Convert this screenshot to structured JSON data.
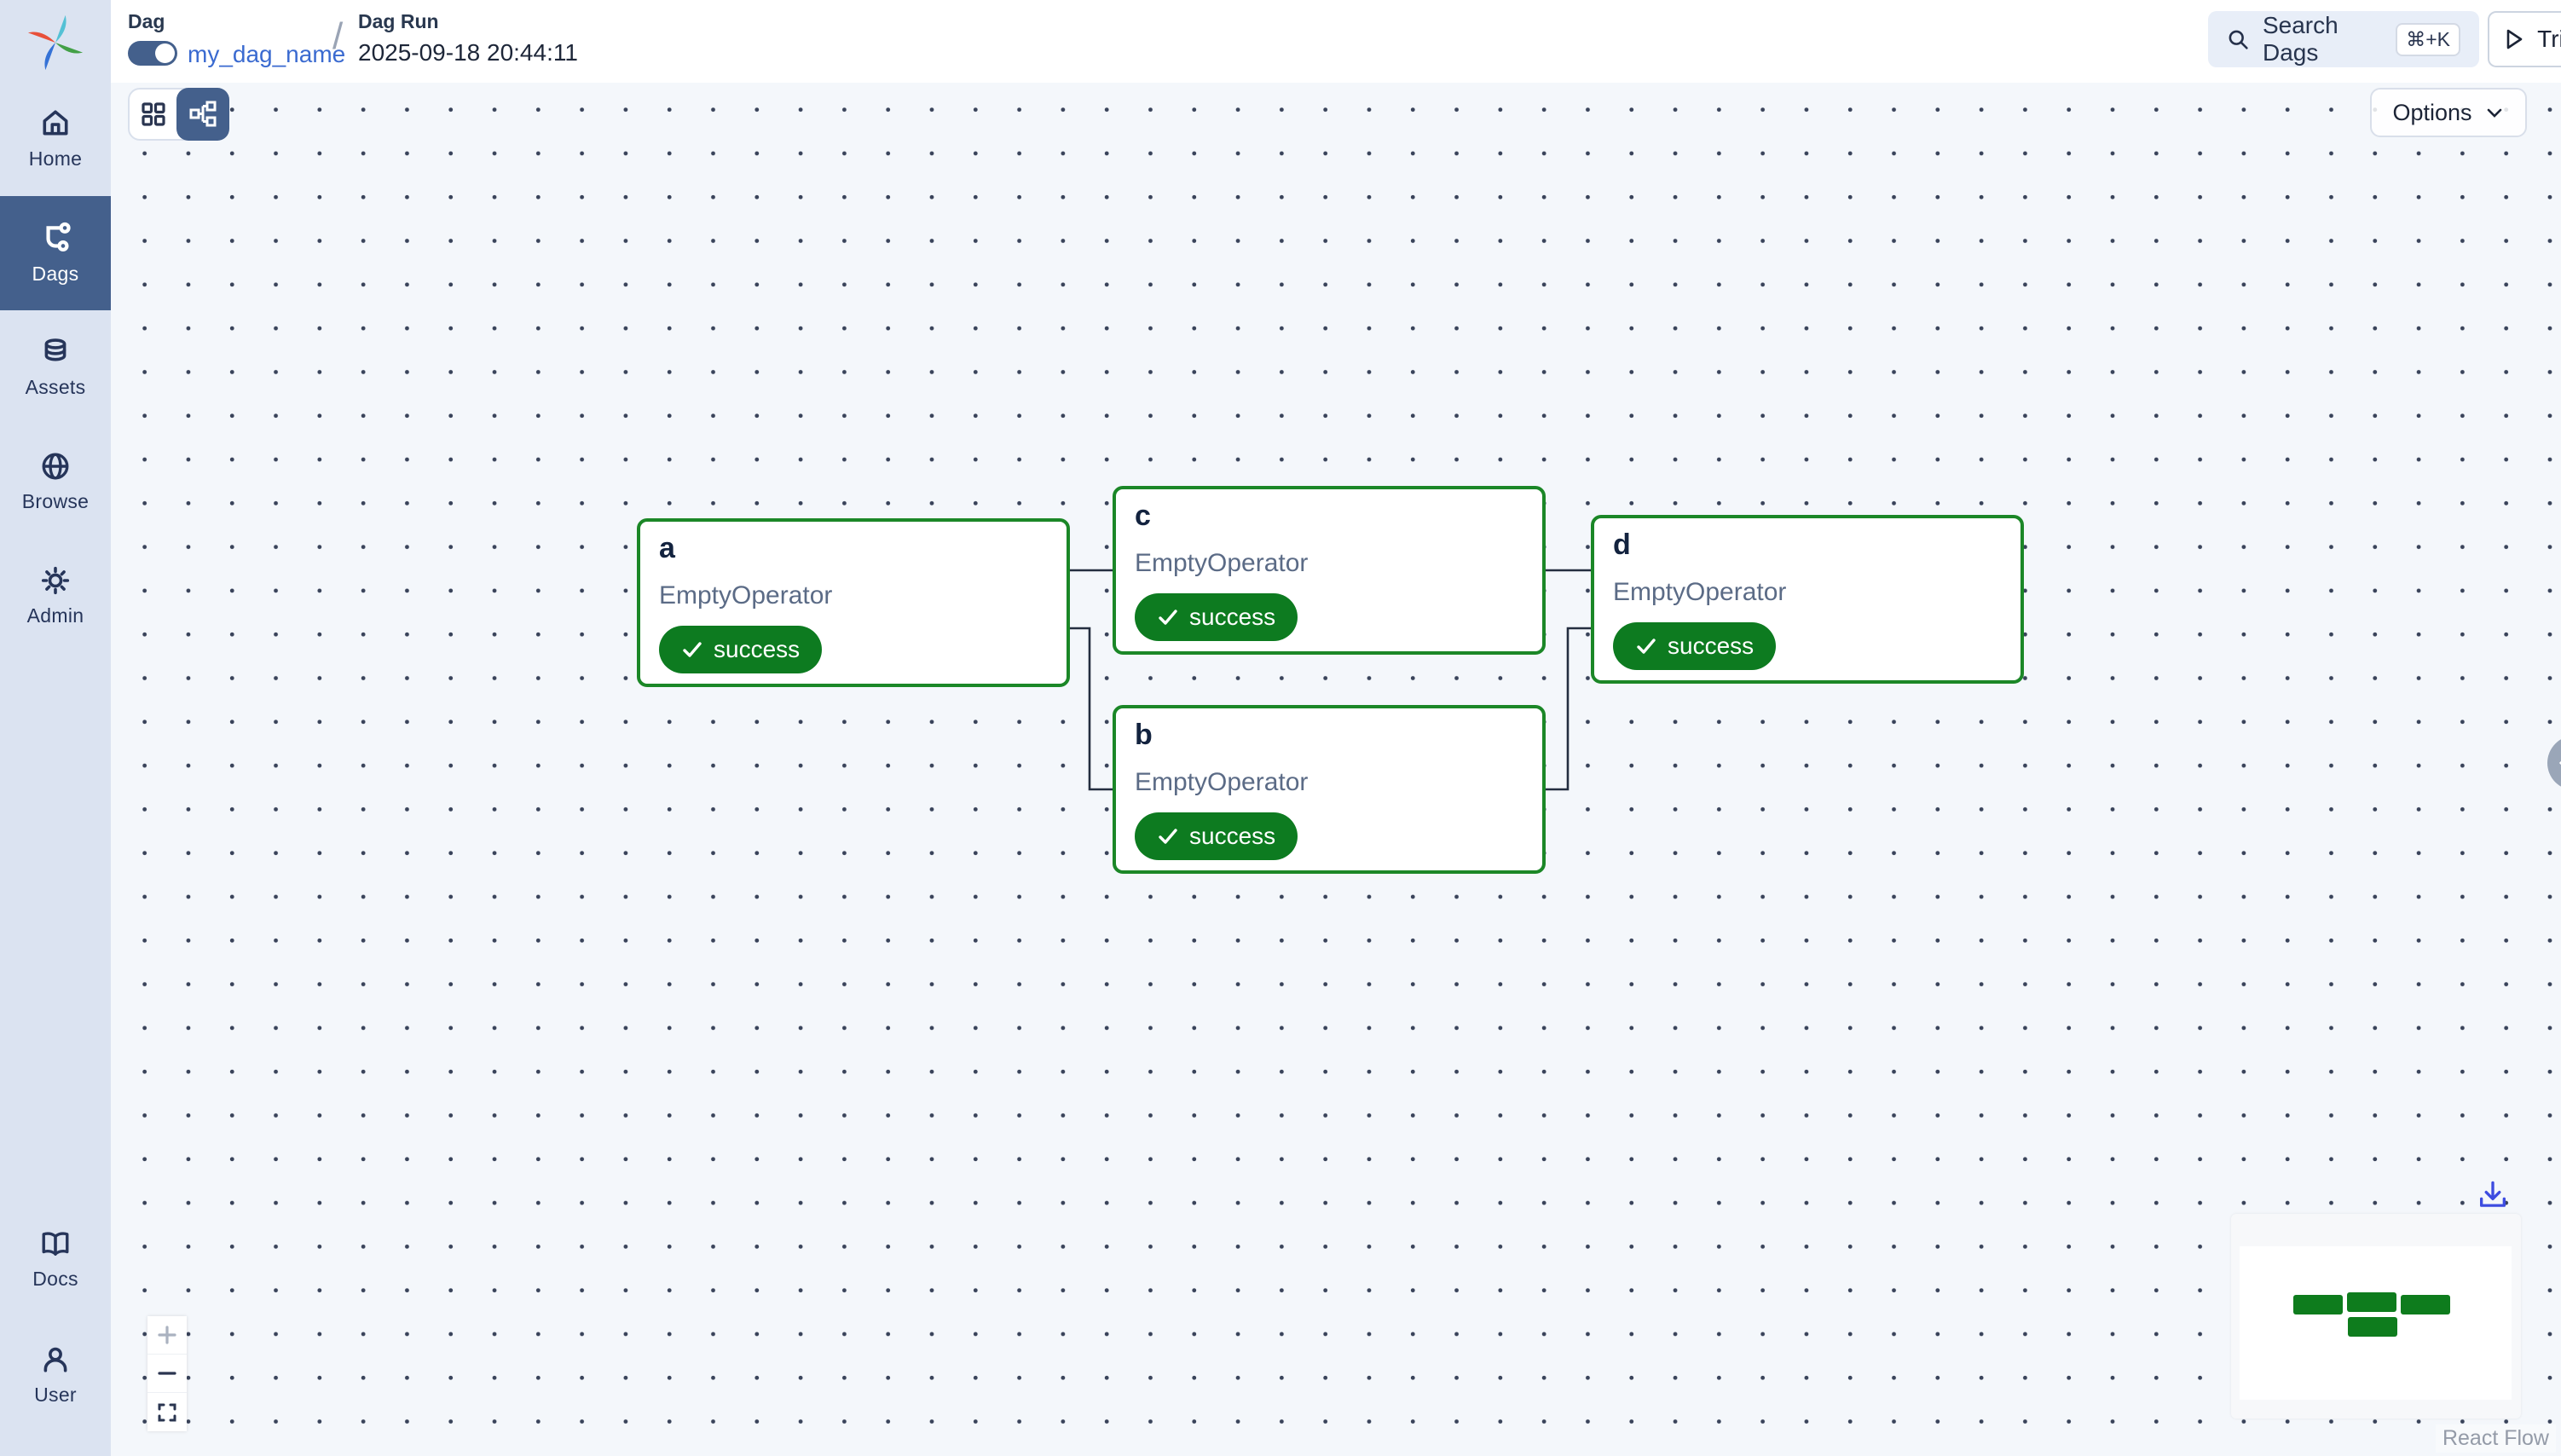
{
  "app": {
    "logo": "airflow-pinwheel-logo"
  },
  "breadcrumb": {
    "section_label": "Dag",
    "dag_name": "my_dag_name",
    "separator": "/",
    "run_label": "Dag Run",
    "run_timestamp": "2025-09-18 20:44:11",
    "dag_pause_toggle": "on"
  },
  "topbar": {
    "search_label": "Search Dags",
    "search_shortcut": "⌘+K",
    "trigger_label": "Trigger"
  },
  "sidebar": {
    "items": [
      {
        "label": "Home",
        "active": false
      },
      {
        "label": "Dags",
        "active": true
      },
      {
        "label": "Assets",
        "active": false
      },
      {
        "label": "Browse",
        "active": false
      },
      {
        "label": "Admin",
        "active": false
      }
    ],
    "bottom_items": [
      {
        "label": "Docs"
      },
      {
        "label": "User"
      }
    ]
  },
  "canvas": {
    "view_toggle_options": [
      "grid",
      "graph"
    ],
    "selected_view": "graph",
    "options_label": "Options",
    "attribution": "React Flow",
    "nodes": [
      {
        "id": "a",
        "operator": "EmptyOperator",
        "state": "success"
      },
      {
        "id": "b",
        "operator": "EmptyOperator",
        "state": "success"
      },
      {
        "id": "c",
        "operator": "EmptyOperator",
        "state": "success"
      },
      {
        "id": "d",
        "operator": "EmptyOperator",
        "state": "success"
      }
    ],
    "edges": [
      [
        "a",
        "c"
      ],
      [
        "a",
        "b"
      ],
      [
        "c",
        "d"
      ],
      [
        "b",
        "d"
      ]
    ]
  },
  "colors": {
    "accent_navy": "#44608c",
    "node_border_green": "#1b8727",
    "success_badge_green": "#0d7b20",
    "link_blue": "#3a6ad0",
    "sidebar_bg": "#dbe3f1",
    "canvas_bg": "#f4f7fb",
    "edge_color": "#242e40"
  }
}
